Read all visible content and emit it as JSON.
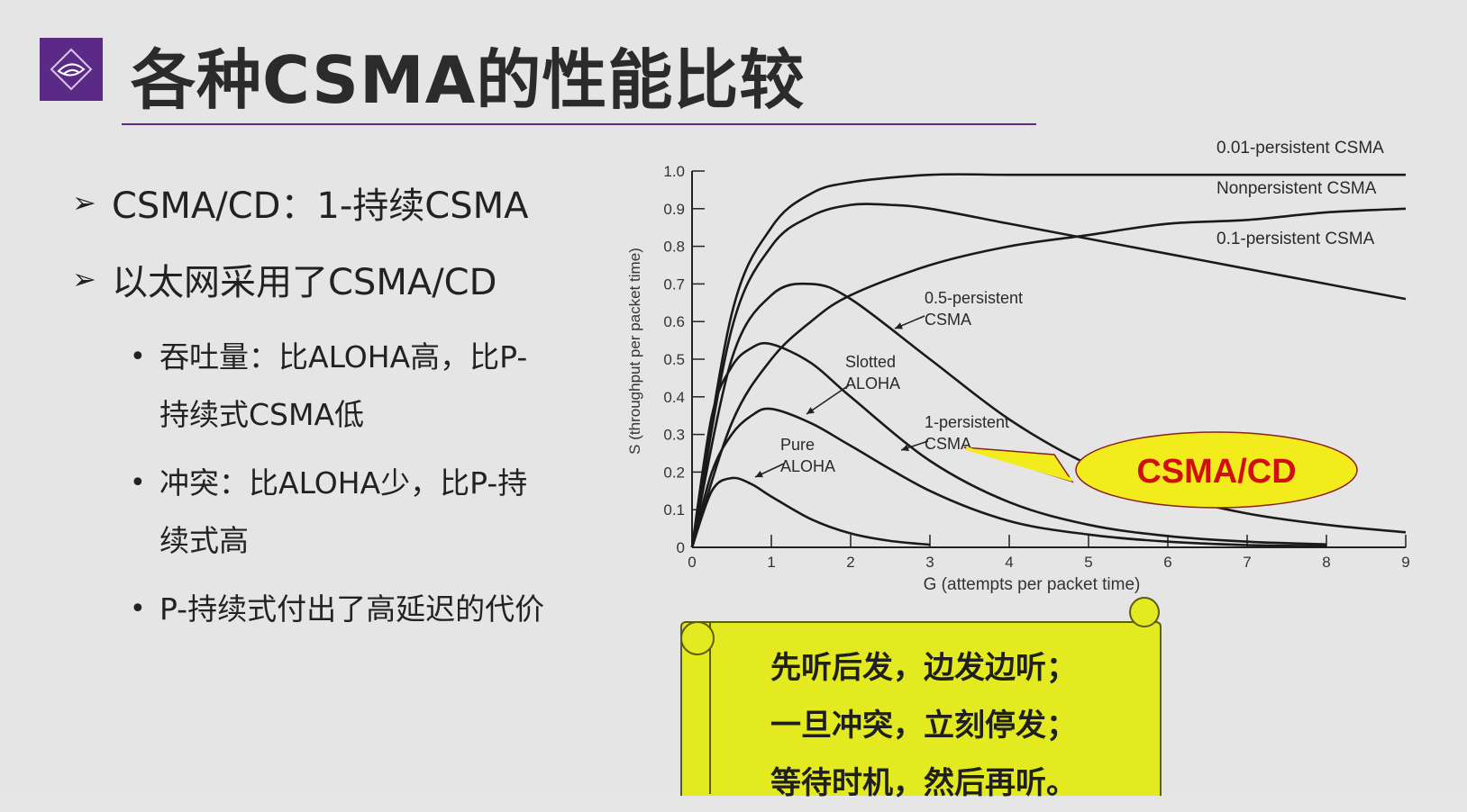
{
  "slide": {
    "title": "各种CSMA的性能比较",
    "bullets": [
      "CSMA/CD：1-持续CSMA",
      "以太网采用了CSMA/CD"
    ],
    "sub_bullets": [
      "吞吐量：比ALOHA高，比P-持续式CSMA低",
      "冲突：比ALOHA少，比P-持续式高",
      "P-持续式付出了高延迟的代价"
    ],
    "balloon_label": "CSMA/CD",
    "scroll_lines": [
      "先听后发，边发边听；",
      "一旦冲突，立刻停发；",
      "等待时机，然后再听。"
    ],
    "colors": {
      "accent": "#5b2a86",
      "balloon_fill": "#f2ec1c",
      "balloon_text": "#d01010",
      "scroll_fill": "#e3ea1f"
    }
  },
  "chart_data": {
    "type": "line",
    "xlabel": "G (attempts per packet time)",
    "ylabel": "S (throughput per packet time)",
    "xlim": [
      0,
      9
    ],
    "ylim": [
      0,
      1.0
    ],
    "xticks": [
      0,
      1,
      2,
      3,
      4,
      5,
      6,
      7,
      8,
      9
    ],
    "yticks": [
      0,
      0.1,
      0.2,
      0.3,
      0.4,
      0.5,
      0.6,
      0.7,
      0.8,
      0.9,
      1.0
    ],
    "series": [
      {
        "name": "0.01-persistent CSMA",
        "x": [
          0,
          0.5,
          1,
          1.5,
          2,
          3,
          4,
          5,
          6,
          7,
          8,
          9
        ],
        "y": [
          0,
          0.62,
          0.85,
          0.94,
          0.97,
          0.99,
          0.99,
          0.99,
          0.99,
          0.99,
          0.99,
          0.99
        ]
      },
      {
        "name": "Nonpersistent CSMA",
        "x": [
          0,
          0.5,
          1,
          1.5,
          2,
          3,
          4,
          5,
          6,
          7,
          8,
          9
        ],
        "y": [
          0,
          0.33,
          0.5,
          0.6,
          0.67,
          0.75,
          0.8,
          0.83,
          0.86,
          0.87,
          0.89,
          0.9
        ]
      },
      {
        "name": "0.1-persistent CSMA",
        "x": [
          0,
          0.5,
          1,
          1.5,
          2,
          2.5,
          3,
          4,
          5,
          6,
          7,
          8,
          9
        ],
        "y": [
          0,
          0.58,
          0.8,
          0.88,
          0.91,
          0.91,
          0.9,
          0.86,
          0.82,
          0.78,
          0.74,
          0.7,
          0.66
        ]
      },
      {
        "name": "0.5-persistent CSMA",
        "x": [
          0,
          0.5,
          1,
          1.5,
          2,
          3,
          4,
          5,
          6,
          7,
          8,
          9
        ],
        "y": [
          0,
          0.5,
          0.67,
          0.7,
          0.66,
          0.5,
          0.34,
          0.22,
          0.14,
          0.09,
          0.06,
          0.04
        ]
      },
      {
        "name": "Slotted ALOHA",
        "x": [
          0,
          0.25,
          0.5,
          0.75,
          1,
          1.5,
          2,
          3,
          4,
          5,
          6,
          7,
          8
        ],
        "y": [
          0,
          0.2,
          0.3,
          0.35,
          0.368,
          0.33,
          0.27,
          0.15,
          0.07,
          0.034,
          0.015,
          0.006,
          0.003
        ]
      },
      {
        "name": "1-persistent CSMA",
        "x": [
          0,
          0.25,
          0.5,
          0.75,
          1,
          1.5,
          2,
          3,
          4,
          5,
          6,
          7,
          8
        ],
        "y": [
          0,
          0.35,
          0.48,
          0.53,
          0.54,
          0.49,
          0.4,
          0.23,
          0.12,
          0.06,
          0.03,
          0.015,
          0.008
        ]
      },
      {
        "name": "Pure ALOHA",
        "x": [
          0,
          0.25,
          0.5,
          0.75,
          1,
          1.5,
          2,
          2.5,
          3
        ],
        "y": [
          0,
          0.15,
          0.184,
          0.168,
          0.135,
          0.075,
          0.037,
          0.017,
          0.007
        ]
      }
    ],
    "annotations": [
      {
        "lines": [
          "0.01-persistent CSMA"
        ]
      },
      {
        "lines": [
          "Nonpersistent CSMA"
        ]
      },
      {
        "lines": [
          "0.1-persistent CSMA"
        ]
      },
      {
        "lines": [
          "0.5-persistent",
          "CSMA"
        ]
      },
      {
        "lines": [
          "Slotted",
          "ALOHA"
        ]
      },
      {
        "lines": [
          "1-persistent",
          "CSMA"
        ]
      },
      {
        "lines": [
          "Pure",
          "ALOHA"
        ]
      }
    ]
  }
}
